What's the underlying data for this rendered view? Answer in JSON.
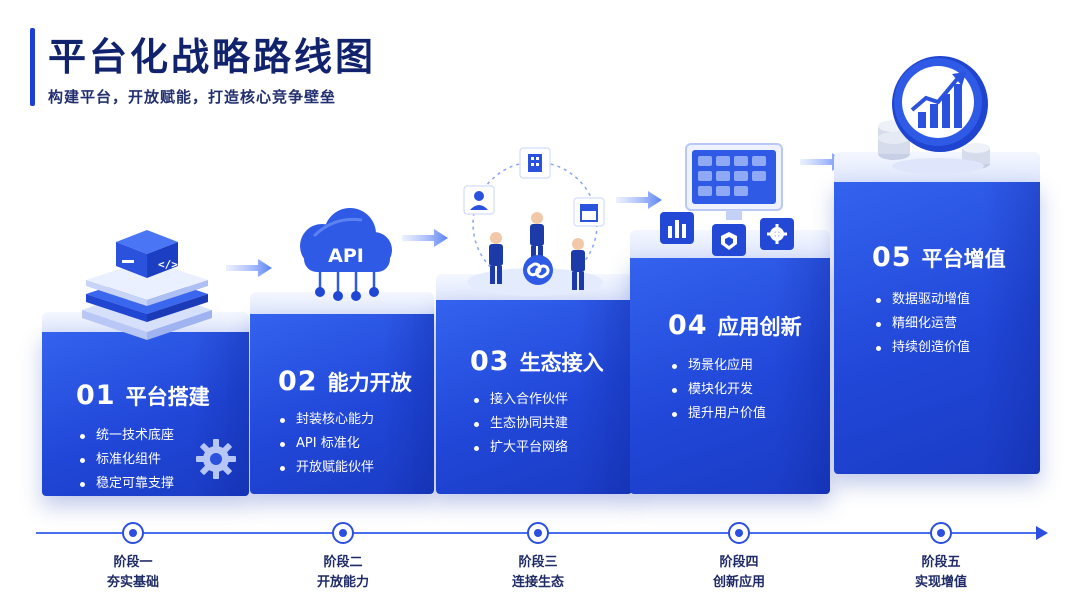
{
  "header": {
    "title": "平台化战略路线图",
    "subtitle": "构建平台，开放赋能，打造核心竞争壁垒"
  },
  "colors": {
    "primary": "#2147d8",
    "dark": "#12236e",
    "light": "#e6ecfd"
  },
  "stages": [
    {
      "num": "01",
      "title": "平台搭建",
      "items": [
        "统一技术底座",
        "标准化组件",
        "稳定可靠支撑"
      ],
      "phase": "阶段一",
      "phase_name": "夯实基础",
      "icon": "server-stack-icon"
    },
    {
      "num": "02",
      "title": "能力开放",
      "items": [
        "封装核心能力",
        "API 标准化",
        "开放赋能伙伴"
      ],
      "phase": "阶段二",
      "phase_name": "开放能力",
      "icon": "api-cloud-icon",
      "icon_text": "API"
    },
    {
      "num": "03",
      "title": "生态接入",
      "items": [
        "接入合作伙伴",
        "生态协同共建",
        "扩大平台网络"
      ],
      "phase": "阶段三",
      "phase_name": "连接生态",
      "icon": "partners-network-icon"
    },
    {
      "num": "04",
      "title": "应用创新",
      "items": [
        "场景化应用",
        "模块化开发",
        "提升用户价值"
      ],
      "phase": "阶段四",
      "phase_name": "创新应用",
      "icon": "app-modules-icon"
    },
    {
      "num": "05",
      "title": "平台增值",
      "items": [
        "数据驱动增值",
        "精细化运营",
        "持续创造价值"
      ],
      "phase": "阶段五",
      "phase_name": "实现增值",
      "icon": "growth-chart-icon"
    }
  ]
}
